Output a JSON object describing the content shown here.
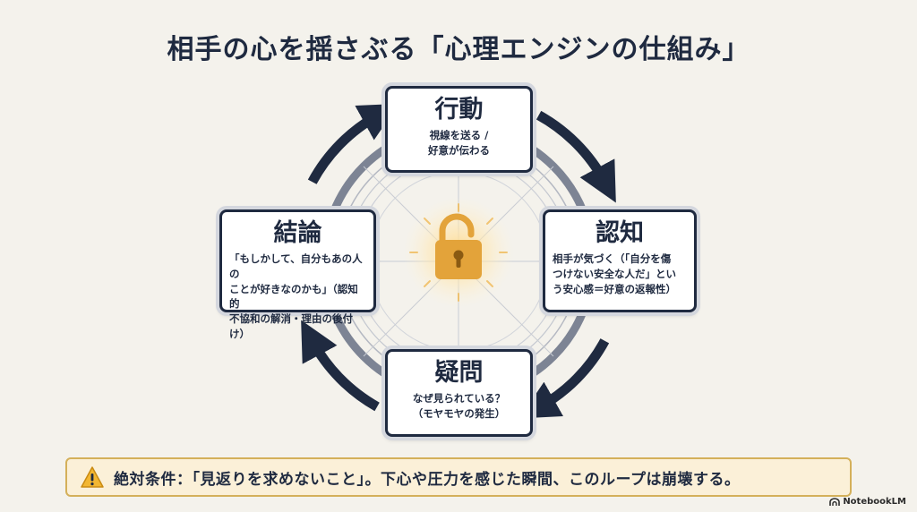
{
  "title": "相手の心を揺さぶる「心理エンジンの仕組み」",
  "nodes": {
    "action": {
      "heading": "行動",
      "lines": [
        "視線を送る /",
        "好意が伝わる"
      ]
    },
    "cognition": {
      "heading": "認知",
      "lines": [
        "相手が気づく（「自分を傷",
        "つけない安全な人だ」とい",
        "う安心感＝好意の返報性）"
      ]
    },
    "doubt": {
      "heading": "疑問",
      "lines": [
        "なぜ見られている？",
        "（モヤモヤの発生）"
      ]
    },
    "conclusion": {
      "heading": "結論",
      "lines": [
        "「もしかして、自分もあの人の",
        "ことが好きなのかも」（認知的",
        "不協和の解消・理由の後付け）"
      ]
    }
  },
  "warning": {
    "text": "絶対条件：「見返りを求めないこと」。下心や圧力を感じた瞬間、このループは崩壊する。"
  },
  "brand": {
    "label": "NotebookLM"
  },
  "colors": {
    "navy": "#1f2a40",
    "gold": "#e3a33a",
    "warning_bg": "#fbf0d8",
    "warning_border": "#d4b05a"
  },
  "icons": {
    "center": "unlocked-padlock-icon",
    "warning": "warning-triangle-icon"
  }
}
